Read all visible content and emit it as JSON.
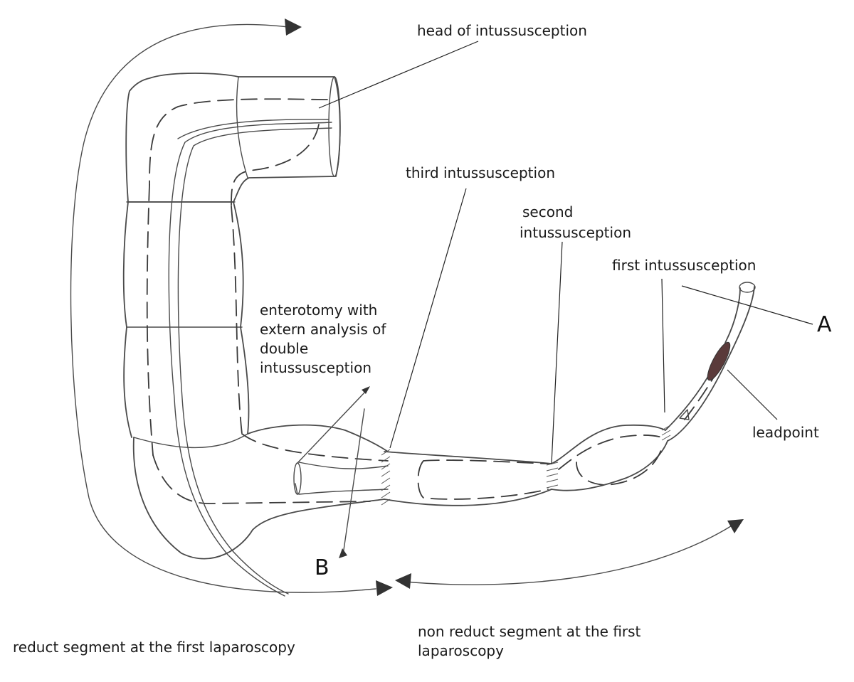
{
  "labels": {
    "head": "head of intussusception",
    "third": "third intussusception",
    "second_line1": "second",
    "second_line2": "intussusception",
    "first": "first intussusception",
    "enterotomy_line1": "enterotomy with",
    "enterotomy_line2": "extern analysis of",
    "enterotomy_line3": "double",
    "enterotomy_line4": "intussusception",
    "letter_a": "A",
    "letter_b": "B",
    "leadpoint": "leadpoint",
    "reduct": "reduct segment at the first  laparoscopy",
    "nonreduct_line1": "non reduct segment at the first",
    "nonreduct_line2": "laparoscopy"
  }
}
